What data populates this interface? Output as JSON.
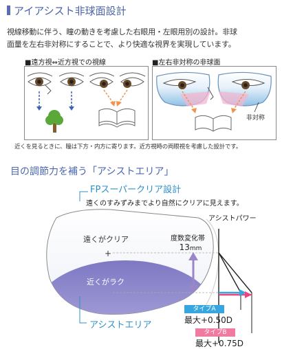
{
  "section1": {
    "title": "アイアシスト非球面設計",
    "intro_line1": "視線移動に伴う、瞳の動きを考慮した右眼用・左眼用別の設計。非球",
    "intro_line2": "面量を左右非対称にすることで、より快適な視界を実現しています。",
    "panel_left_title": "■遠方視⇔近方視での視線",
    "panel_right_title": "■左右非対称の非球面",
    "asym_label": "非対称",
    "caption": "近くを見るときに、瞳は下方・内方に寄ります。近方視時の両眼視を考慮した設計です。"
  },
  "section2": {
    "title": "目の調節力を補う「アシストエリア」",
    "fp_title": "FPスーパークリア設計",
    "fp_desc": "遠くのすみずみまでより自然にクリアに見えます。",
    "lens_far": "遠くがクリア",
    "lens_near": "近くがラク",
    "assist_area": "アシストエリア",
    "assist_power": "アシストパワー",
    "dosu_line1": "度数変化帯",
    "dosu_value": "13",
    "dosu_unit": "mm",
    "type_a_label": "タイプA",
    "type_a_max": "最大+0.50D",
    "type_b_label": "タイプB",
    "type_b_max": "最大+0.75D"
  },
  "colors": {
    "heading_blue": "#4a63a8",
    "accent_cyan": "#2d8fc9",
    "type_a": "#38a6de",
    "type_b": "#f07aa0",
    "lens_purple": "#8b84c9",
    "arrow_orange": "#f0944d",
    "arrow_blue": "#3a62b8"
  }
}
